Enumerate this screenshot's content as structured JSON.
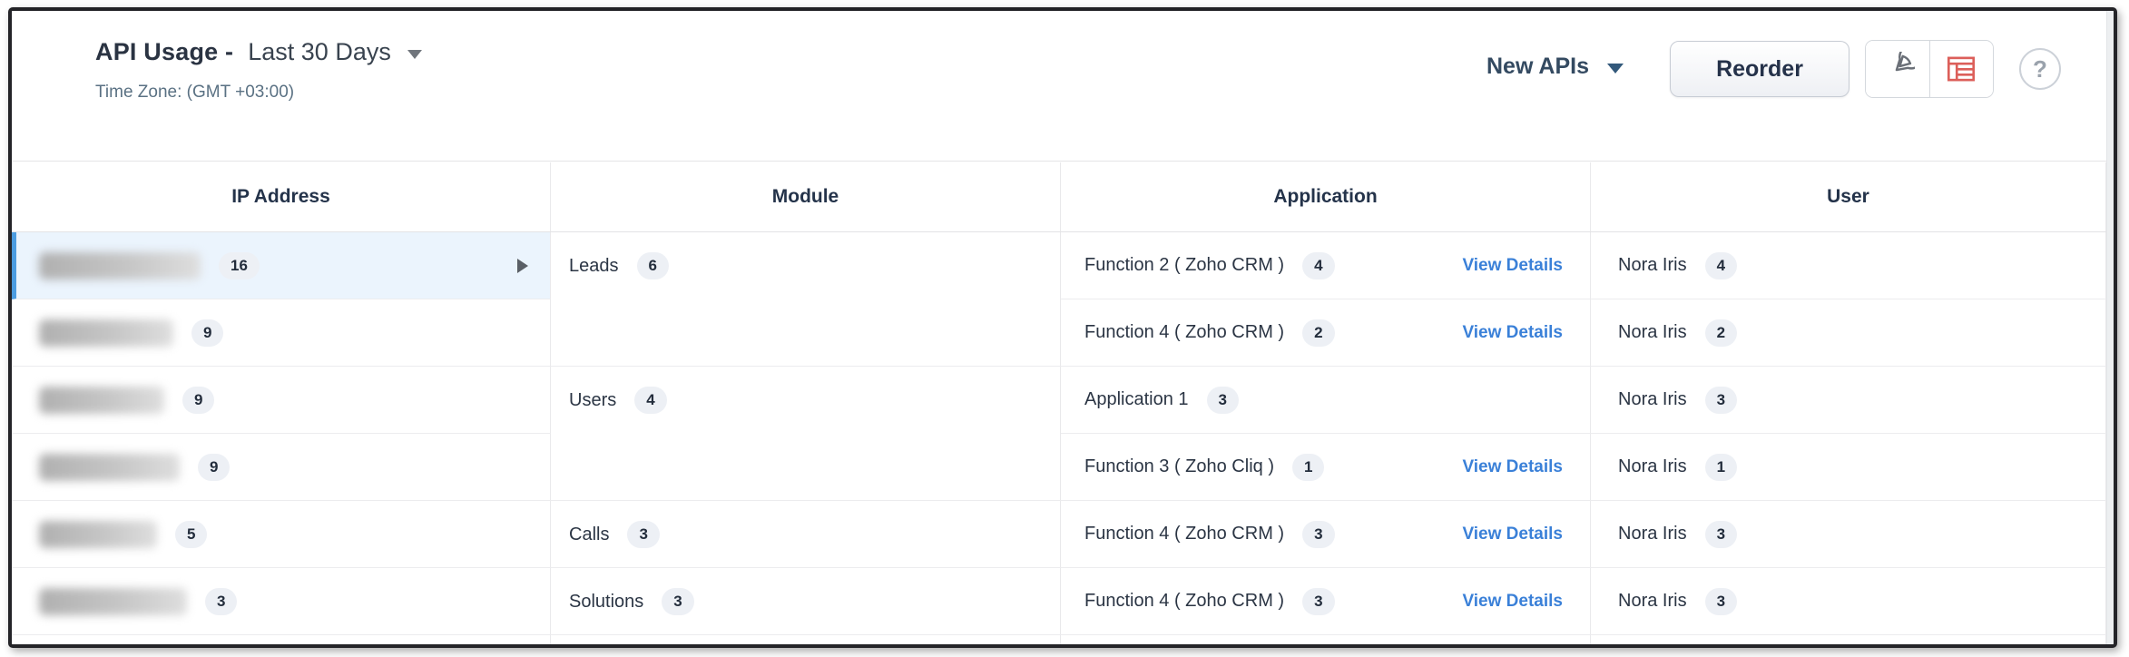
{
  "header": {
    "title": "API Usage -",
    "date_range": "Last 30 Days",
    "timezone": "Time Zone: (GMT +03:00)",
    "new_apis": "New APIs",
    "reorder": "Reorder",
    "help": "?"
  },
  "colors": {
    "accent_blue": "#4c9ce0",
    "selected_row_bg": "#ebf4fd",
    "link_blue": "#3a80d8",
    "table_icon_red": "#dc5f5a",
    "pie_icon_gray": "#6a6f77",
    "badge_bg": "#edf0f5"
  },
  "table": {
    "columns": [
      "IP Address",
      "Module",
      "Application",
      "User"
    ],
    "view_details": "View Details",
    "rows": [
      {
        "ip": {
          "count": "16",
          "blur_width": 178,
          "selected": true
        },
        "module": {
          "label": "Leads",
          "count": "6",
          "rowspan": 2
        },
        "app": {
          "label": "Function 2 ( Zoho CRM )",
          "count": "4",
          "view_details": true
        },
        "user": {
          "label": "Nora Iris",
          "count": "4"
        }
      },
      {
        "ip": {
          "count": "9",
          "blur_width": 148,
          "selected": false
        },
        "app": {
          "label": "Function 4 ( Zoho CRM )",
          "count": "2",
          "view_details": true
        },
        "user": {
          "label": "Nora Iris",
          "count": "2"
        }
      },
      {
        "ip": {
          "count": "9",
          "blur_width": 138,
          "selected": false
        },
        "module": {
          "label": "Users",
          "count": "4",
          "rowspan": 2
        },
        "app": {
          "label": "Application 1",
          "count": "3",
          "view_details": false
        },
        "user": {
          "label": "Nora Iris",
          "count": "3"
        }
      },
      {
        "ip": {
          "count": "9",
          "blur_width": 155,
          "selected": false
        },
        "app": {
          "label": "Function 3 ( Zoho Cliq )",
          "count": "1",
          "view_details": true
        },
        "user": {
          "label": "Nora Iris",
          "count": "1"
        }
      },
      {
        "ip": {
          "count": "5",
          "blur_width": 130,
          "selected": false
        },
        "module": {
          "label": "Calls",
          "count": "3",
          "rowspan": 1
        },
        "app": {
          "label": "Function 4 ( Zoho CRM )",
          "count": "3",
          "view_details": true
        },
        "user": {
          "label": "Nora Iris",
          "count": "3"
        }
      },
      {
        "ip": {
          "count": "3",
          "blur_width": 163,
          "selected": false
        },
        "module": {
          "label": "Solutions",
          "count": "3",
          "rowspan": 1
        },
        "app": {
          "label": "Function 4 ( Zoho CRM )",
          "count": "3",
          "view_details": true
        },
        "user": {
          "label": "Nora Iris",
          "count": "3"
        }
      }
    ]
  }
}
